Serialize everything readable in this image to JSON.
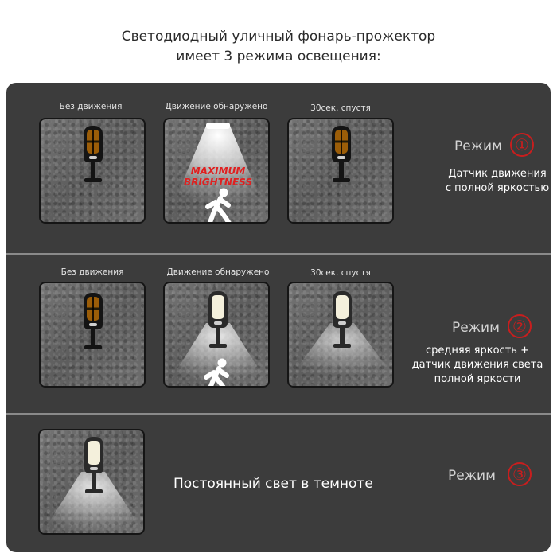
{
  "title": {
    "line1": "Светодиодный уличный  фонарь-прожектор",
    "line2": "имеет 3 режима освещения:"
  },
  "modes": [
    {
      "captions": [
        "Без движения",
        "Движение обнаружено",
        "30сек. спустя"
      ],
      "label": "Режим",
      "number": "①",
      "desc_lines": [
        "Датчик движения",
        "с полной яркостью"
      ],
      "overlay": [
        "MAXIMUM",
        "BRIGHTNESS"
      ]
    },
    {
      "captions": [
        "Без движения",
        "Движение обнаружено",
        "30сек. спустя"
      ],
      "label": "Режим",
      "number": "②",
      "desc_lines": [
        "средняя яркость +",
        "датчик движения света",
        "полной яркости"
      ]
    },
    {
      "label": "Режим",
      "number": "③",
      "desc": "Постоянный свет в темноте"
    }
  ],
  "colors": {
    "panel": "#3c3c3c",
    "accent": "#c81e1e",
    "text": "#ffffff"
  }
}
